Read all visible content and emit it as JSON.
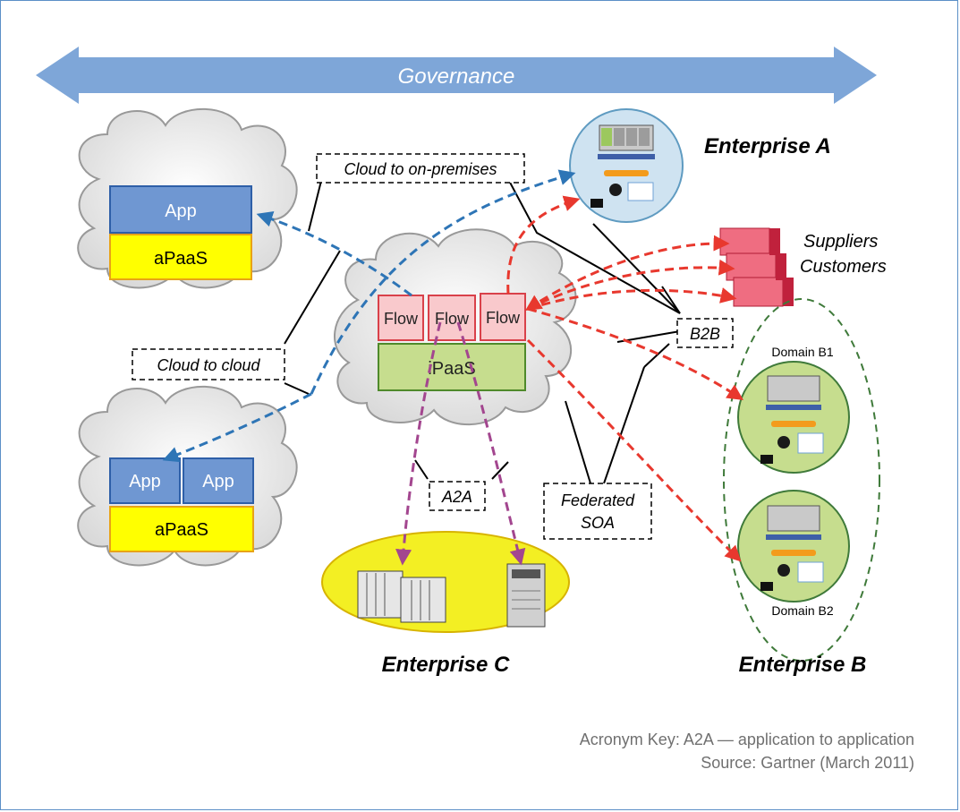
{
  "diagram": {
    "governance": "Governance",
    "cloud_to_onprem": "Cloud to on-premises",
    "cloud_to_cloud": "Cloud to cloud",
    "b2b": "B2B",
    "a2a": "A2A",
    "federated_soa_line1": "Federated",
    "federated_soa_line2": "SOA",
    "app": "App",
    "apaas": "aPaaS",
    "app_left": "App",
    "app_right": "App",
    "apaas_bottom": "aPaaS",
    "flow1": "Flow",
    "flow2": "Flow",
    "flow3": "Flow",
    "ipaas": "iPaaS",
    "enterprise_a": "Enterprise A",
    "enterprise_b": "Enterprise B",
    "enterprise_c": "Enterprise C",
    "suppliers": "Suppliers",
    "customers": "Customers",
    "domain_b1": "Domain B1",
    "domain_b2": "Domain B2"
  },
  "footer": {
    "acronym_key": "Acronym Key: A2A — application to application",
    "source": "Source: Gartner (March 2011)"
  },
  "colors": {
    "governance_arrow": "#7ea6d8",
    "app_box": "#6f97d2",
    "apaas_box": "#ffff00",
    "flow_box": "#f9c9cc",
    "ipaas_box": "#c6dd8e",
    "blue_dash": "#2e75b6",
    "red_dash": "#e8382e",
    "purple_dash": "#a3468f",
    "enterprise_c_ellipse": "#f3ef23",
    "domain_ring": "#3f7a3a"
  }
}
